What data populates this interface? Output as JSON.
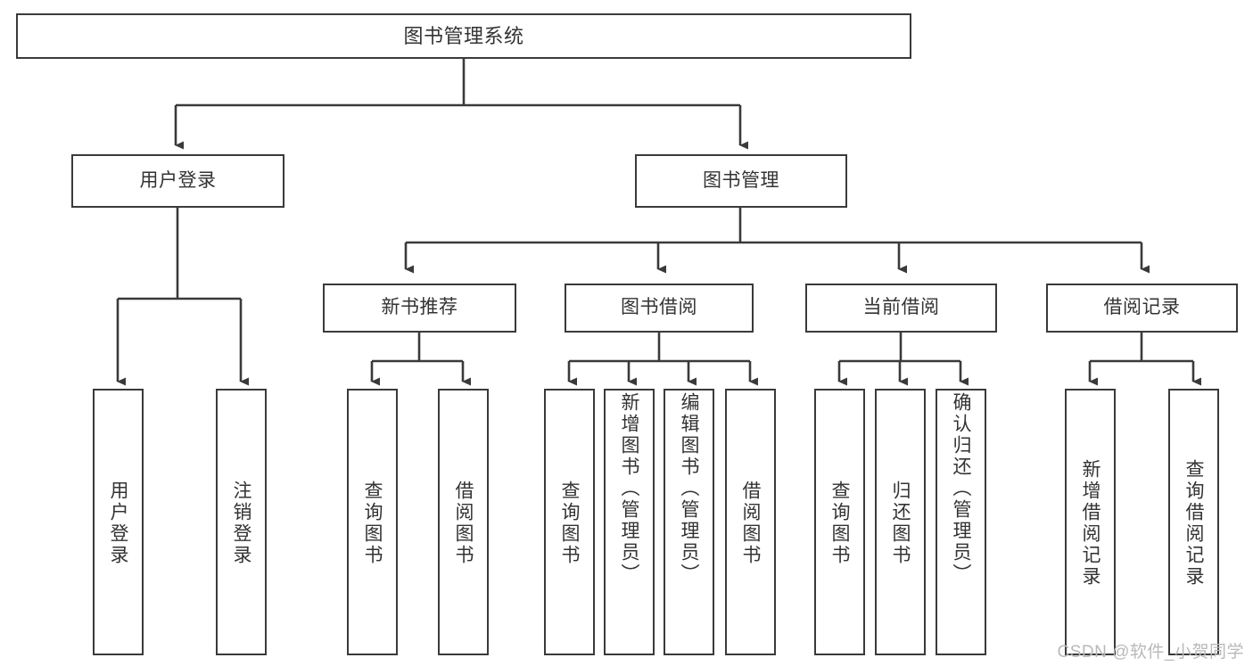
{
  "diagram": {
    "title": "图书管理系统",
    "type": "tree-hierarchy",
    "root": {
      "label": "图书管理系统"
    },
    "level2": [
      {
        "label": "用户登录"
      },
      {
        "label": "图书管理"
      }
    ],
    "level3": [
      {
        "label": "新书推荐"
      },
      {
        "label": "图书借阅"
      },
      {
        "label": "当前借阅"
      },
      {
        "label": "借阅记录"
      }
    ],
    "leaves": {
      "user_login": [
        {
          "label": "用户登录"
        },
        {
          "label": "注销登录"
        }
      ],
      "new_book_recommend": [
        {
          "label": "查询图书"
        },
        {
          "label": "借阅图书"
        }
      ],
      "book_borrow": [
        {
          "label": "查询图书"
        },
        {
          "label": "新增图书（管理员）"
        },
        {
          "label": "编辑图书（管理员）"
        },
        {
          "label": "借阅图书"
        }
      ],
      "current_borrow": [
        {
          "label": "查询图书"
        },
        {
          "label": "归还图书"
        },
        {
          "label": "确认归还（管理员）"
        }
      ],
      "borrow_record": [
        {
          "label": "新增借阅记录"
        },
        {
          "label": "查询借阅记录"
        }
      ]
    }
  },
  "watermark": {
    "text": "CSDN @软件_小贺同学"
  },
  "colors": {
    "stroke": "#3a3a3a",
    "text": "#333333",
    "background": "#ffffff",
    "watermark": "#b9b9b9"
  }
}
